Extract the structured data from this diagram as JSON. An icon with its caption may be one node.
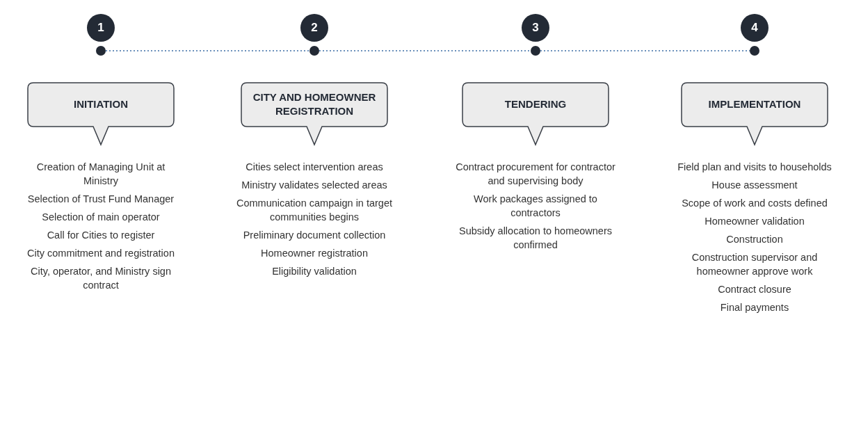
{
  "diagram": {
    "nodes": [
      {
        "text": [
          "1"
        ]
      },
      {
        "text": [
          "2"
        ]
      },
      {
        "text": [
          "3"
        ]
      },
      {
        "text": [
          "4"
        ]
      },
      {
        "text": [],
        "shape": "circle"
      },
      {
        "text": [],
        "shape": "circle"
      },
      {
        "text": [],
        "shape": "circle"
      },
      {
        "text": [],
        "shape": "circle"
      },
      {
        "text": [
          "INITIATION"
        ],
        "beside": [
          "Creation of Managing Unit at Ministry",
          "Selection of Trust Fund Manager",
          "Selection of main operator",
          "Call for Cities to register",
          "City commitment and registration",
          "City, operator, and Ministry sign contract"
        ]
      },
      {
        "text": [
          "CITY AND HOMEOWNER REGISTRATION"
        ],
        "beside": [
          "Cities select intervention areas",
          "Ministry validates selected areas",
          "Communication campaign in target communities begins",
          "Preliminary document collection",
          "Homeowner registration",
          "Eligibility validation"
        ]
      },
      {
        "text": [
          "TENDERING"
        ],
        "beside": [
          "Contract procurement for contractor and supervising body",
          "Work packages assigned to contractors",
          "Subsidy allocation to homeowners confirmed"
        ]
      },
      {
        "text": [
          "IMPLEMENTATION"
        ],
        "beside": [
          "Field plan and visits to households",
          "House assessment",
          "Scope of work and costs defined",
          "Homeowner validation",
          "Construction",
          "Construction supervisor and homeowner approve work",
          "Contract closure",
          "Final payments"
        ]
      }
    ],
    "edges": [
      {
        "from": 4,
        "to": 5,
        "arrow": "none",
        "style": "dashed",
        "color": "#3b6ea5"
      },
      {
        "from": 5,
        "to": 6,
        "arrow": "none",
        "style": "dashed",
        "color": "#3b6ea5"
      },
      {
        "from": 6,
        "to": 7,
        "arrow": "none",
        "style": "dashed",
        "color": "#3b6ea5"
      }
    ]
  }
}
